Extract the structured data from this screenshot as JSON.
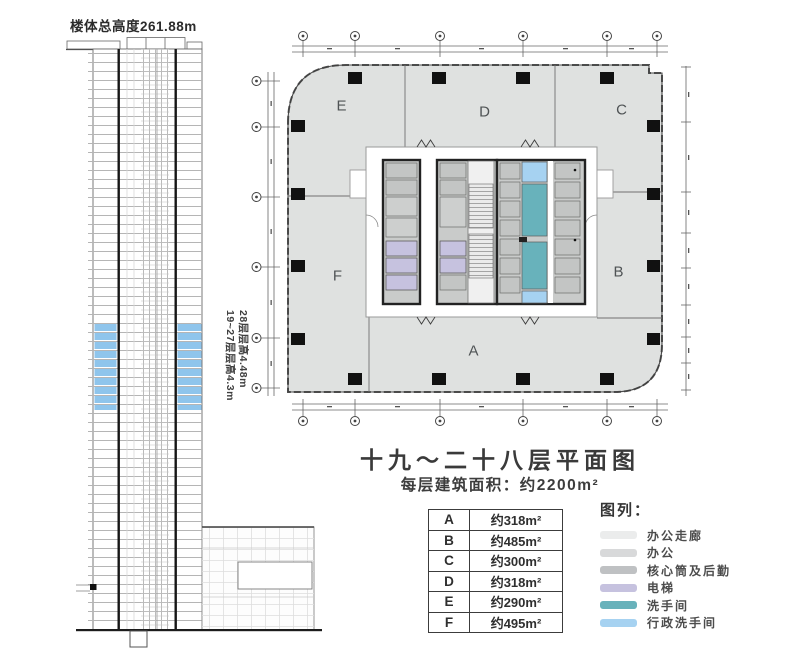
{
  "elevation": {
    "total_height_label": "楼体总高度261.88m",
    "floor_height_label_line1": "28层层高4.48m",
    "floor_height_label_line2": "19~27层层高4.3m"
  },
  "plan": {
    "zone_labels": [
      "E",
      "D",
      "C",
      "F",
      "B",
      "A"
    ],
    "title": "十九～二十八层平面图",
    "subtitle": "每层建筑面积：约2200m²"
  },
  "area_table": {
    "rows": [
      {
        "zone": "A",
        "area": "约318m²"
      },
      {
        "zone": "B",
        "area": "约485m²"
      },
      {
        "zone": "C",
        "area": "约300m²"
      },
      {
        "zone": "D",
        "area": "约318m²"
      },
      {
        "zone": "E",
        "area": "约290m²"
      },
      {
        "zone": "F",
        "area": "约495m²"
      }
    ]
  },
  "legend": {
    "title": "图列：",
    "items": [
      {
        "label": "办公走廊",
        "color": "#ebecec"
      },
      {
        "label": "办公",
        "color": "#d8d9da"
      },
      {
        "label": "核心筒及后勤",
        "color": "#bfc1c3"
      },
      {
        "label": "电梯",
        "color": "#c6c2df"
      },
      {
        "label": "洗手间",
        "color": "#68b2bb"
      },
      {
        "label": "行政洗手间",
        "color": "#a6d2f1"
      }
    ]
  }
}
